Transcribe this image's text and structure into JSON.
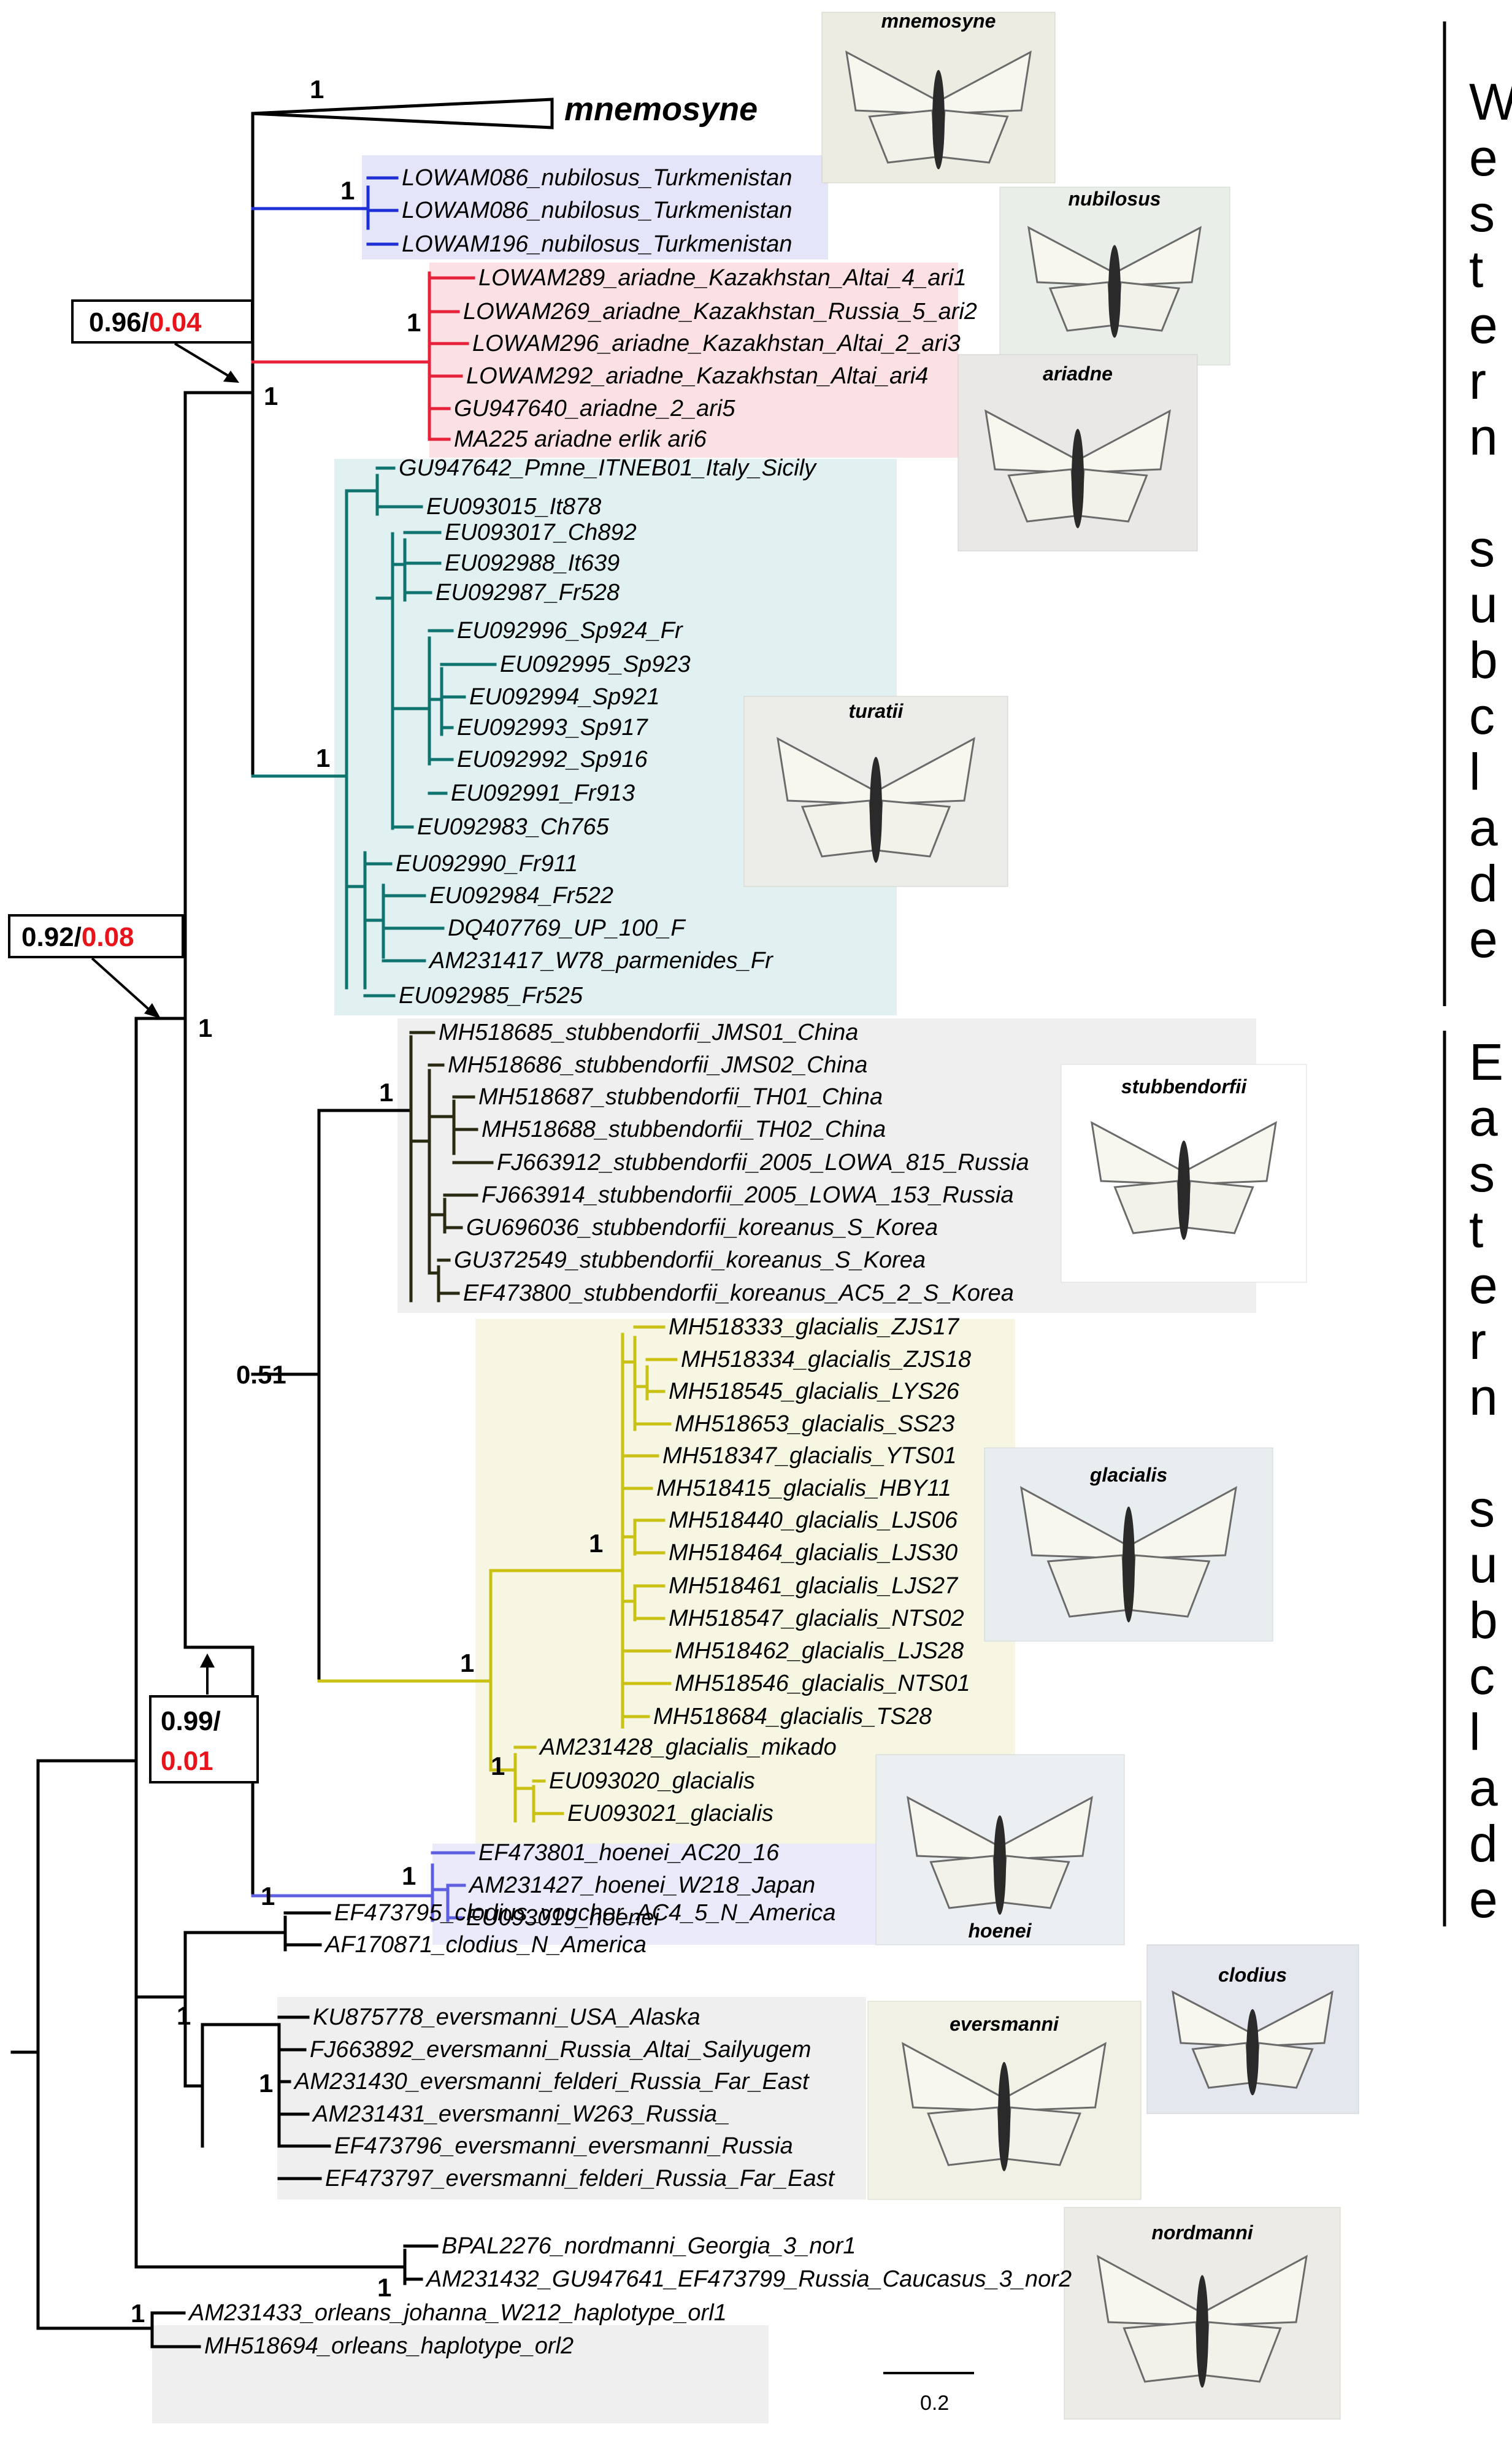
{
  "clades": {
    "mnemosyne": {
      "label": "mnemosyne",
      "support": "1"
    },
    "nubilosus": {
      "support": "1",
      "color": "#1f2fd6",
      "bg": "#e5e5fa",
      "tips": [
        "LOWAM086_nubilosus_Turkmenistan",
        "LOWAM086_nubilosus_Turkmenistan",
        "LOWAM196_nubilosus_Turkmenistan"
      ]
    },
    "ariadne": {
      "support": "1",
      "color": "#e8213a",
      "bg": "#fbe1e4",
      "tips": [
        "LOWAM289_ariadne_Kazakhstan_Altai_4_ari1",
        "LOWAM269_ariadne_Kazakhstan_Russia_5_ari2",
        "LOWAM296_ariadne_Kazakhstan_Altai_2_ari3",
        "LOWAM292_ariadne_Kazakhstan_Altai_ari4",
        "GU947640_ariadne_2_ari5",
        "MA225 ariadne erlik  ari6"
      ]
    },
    "turatii": {
      "support": "1",
      "color": "#0f7470",
      "bg": "#e1f0f0",
      "tips": [
        "GU947642_Pmne_ITNEB01_Italy_Sicily",
        "EU093015_It878",
        "EU093017_Ch892",
        "EU092988_It639",
        "EU092987_Fr528",
        "EU092996_Sp924_Fr",
        "EU092995_Sp923",
        "EU092994_Sp921",
        "EU092993_Sp917",
        "EU092992_Sp916",
        "EU092991_Fr913",
        "EU092983_Ch765",
        "EU092990_Fr911",
        "EU092984_Fr522",
        "DQ407769_UP_100_F",
        "AM231417_W78_parmenides_Fr",
        "EU092985_Fr525"
      ]
    },
    "stubbendorfii": {
      "support": "1",
      "color": "#2a2a12",
      "bg": "#efefef",
      "tips": [
        "MH518685_stubbendorfii_JMS01_China",
        "MH518686_stubbendorfii_JMS02_China",
        "MH518687_stubbendorfii_TH01_China",
        "MH518688_stubbendorfii_TH02_China",
        "FJ663912_stubbendorfii_2005_LOWA_815_Russia",
        "FJ663914_stubbendorfii_2005_LOWA_153_Russia",
        "GU696036_stubbendorfii_koreanus_S_Korea",
        "GU372549_stubbendorfii_koreanus_S_Korea",
        "EF473800_stubbendorfii_koreanus_AC5_2_S_Korea"
      ]
    },
    "glacialis": {
      "support": "1",
      "support2": "1",
      "color": "#c9c214",
      "bg": "#f6f6e2",
      "tips": [
        "MH518333_glacialis_ZJS17",
        "MH518334_glacialis_ZJS18",
        "MH518545_glacialis_LYS26",
        "MH518653_glacialis_SS23",
        "MH518347_glacialis_YTS01",
        "MH518415_glacialis_HBY11",
        "MH518440_glacialis_LJS06",
        "MH518464_glacialis_LJS30",
        "MH518461_glacialis_LJS27",
        "MH518547_glacialis_NTS02",
        "MH518462_glacialis_LJS28",
        "MH518546_glacialis_NTS01",
        "MH518684_glacialis_TS28"
      ],
      "mikado_support": "1",
      "mikado_tips": [
        "AM231428_glacialis_mikado",
        "EU093020_glacialis",
        "EU093021_glacialis"
      ]
    },
    "hoenei": {
      "support": "1",
      "color": "#5e5ee0",
      "bg": "#eaeafb",
      "tips": [
        "EF473801_hoenei_AC20_16",
        "AM231427_hoenei_W218_Japan",
        "EU093019_hoenei"
      ]
    },
    "clodius": {
      "support": "1",
      "tips": [
        "EF473795_clodius_voucher_AC4_5_N_America",
        "AF170871_clodius_N_America"
      ]
    },
    "eversmanni": {
      "support": "1",
      "bg": "#efefef",
      "tips": [
        "KU875778_eversmanni_USA_Alaska",
        "FJ663892_eversmanni_Russia_Altai_Sailyugem",
        "AM231430_eversmanni_felderi_Russia_Far_East",
        "AM231431_eversmanni_W263_Russia_",
        "EF473796_eversmanni_eversmanni_Russia",
        "EF473797_eversmanni_felderi_Russia_Far_East"
      ]
    },
    "clodius_eversmanni_support": "1",
    "nordmanni": {
      "support": "1",
      "tips": [
        "BPAL2276_nordmanni_Georgia_3_nor1",
        "AM231432_GU947641_EF473799_Russia_Caucasus_3_nor2"
      ]
    },
    "orleans": {
      "support": "1",
      "bg": "#efefef",
      "tips": [
        "AM231433_orleans_johanna_W212_haplotype_orl1",
        "MH518694_orleans_haplotype_orl2"
      ]
    }
  },
  "node_supports": {
    "western": "1",
    "eastern": "1",
    "stub_glac": "0.51"
  },
  "prob_boxes": {
    "a": {
      "black": "0.96/",
      "red": "0.04"
    },
    "b": {
      "black": "0.92/",
      "red": "0.08"
    },
    "c": {
      "black": "0.99/",
      "red": "0.01"
    }
  },
  "side_labels": {
    "western": [
      "W",
      "e",
      "s",
      "t",
      "e",
      "r",
      "n",
      "",
      "s",
      "u",
      "b",
      "c",
      "l",
      "a",
      "d",
      "e"
    ],
    "eastern": [
      "E",
      "a",
      "s",
      "t",
      "e",
      "r",
      "n",
      "",
      "s",
      "u",
      "b",
      "c",
      "l",
      "a",
      "d",
      "e"
    ]
  },
  "photos": [
    "mnemosyne",
    "nubilosus",
    "ariadne",
    "turatii",
    "stubbendorfii",
    "glacialis",
    "hoenei",
    "clodius",
    "eversmanni",
    "nordmanni"
  ],
  "scale": {
    "label": "0.2"
  },
  "colors": {
    "red": "#e8141c"
  }
}
